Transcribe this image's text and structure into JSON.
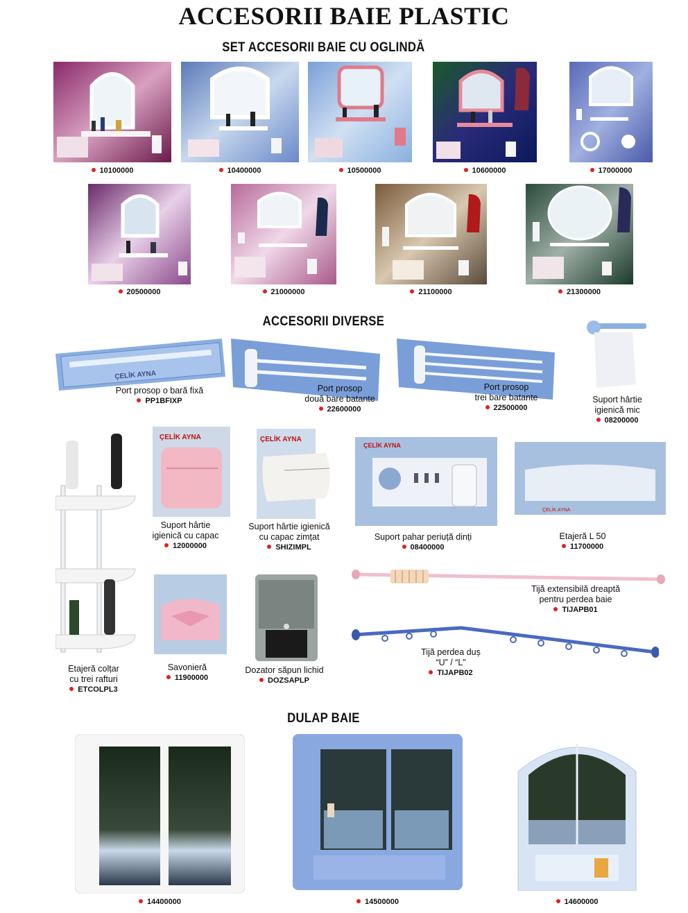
{
  "title": "ACCESORII BAIE PLASTIC",
  "sections": {
    "mirror_sets": "SET ACCESORII BAIE CU OGLINDĂ",
    "misc": "ACCESORII DIVERSE",
    "cabinet": "DULAP BAIE"
  },
  "mirror_sets": [
    {
      "code": "10100000"
    },
    {
      "code": "10400000"
    },
    {
      "code": "10500000"
    },
    {
      "code": "10600000"
    },
    {
      "code": "17000000"
    },
    {
      "code": "20500000"
    },
    {
      "code": "21000000"
    },
    {
      "code": "21100000"
    },
    {
      "code": "21300000"
    }
  ],
  "misc": [
    {
      "lines": [
        "Port prosop o bară fixă"
      ],
      "code": "PP1BFIXP"
    },
    {
      "lines": [
        "Port prosop",
        "două bare batante"
      ],
      "code": "22600000"
    },
    {
      "lines": [
        "Port prosop",
        "trei bare batante"
      ],
      "code": "22500000"
    },
    {
      "lines": [
        "Suport hârtie",
        "igienică mic"
      ],
      "code": "08200000"
    },
    {
      "lines": [
        "Suport hârtie",
        "igienică cu capac"
      ],
      "code": "12000000"
    },
    {
      "lines": [
        "Suport hârtie igienică",
        "cu capac zimțat"
      ],
      "code": "SHIZIMPL"
    },
    {
      "lines": [
        "Suport pahar periuță dinți"
      ],
      "code": "08400000"
    },
    {
      "lines": [
        "Etajeră L 50"
      ],
      "code": "11700000"
    },
    {
      "lines": [
        "Etajeră colțar",
        "cu trei rafturi"
      ],
      "code": "ETCOLPL3"
    },
    {
      "lines": [
        "Savonieră"
      ],
      "code": "11900000"
    },
    {
      "lines": [
        "Dozator săpun lichid"
      ],
      "code": "DOZSAPLP"
    },
    {
      "lines": [
        "Tijă extensibilă dreaptă",
        "pentru perdea baie"
      ],
      "code": "TIJAPB01"
    },
    {
      "lines": [
        "Tijă perdea duș",
        "“U” / “L”"
      ],
      "code": "TIJAPB02"
    }
  ],
  "cabinets": [
    {
      "code": "14400000"
    },
    {
      "code": "14500000"
    },
    {
      "code": "14600000"
    }
  ],
  "brand_on_packaging": "ÇELİK AYNA",
  "colors": {
    "bullet": "#e02020"
  }
}
